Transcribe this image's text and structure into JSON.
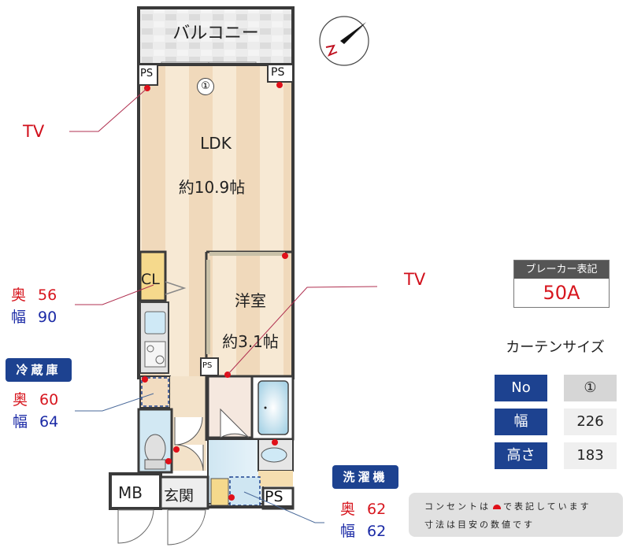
{
  "floorplan": {
    "rooms": {
      "balcony": "バルコニー",
      "ldk_name": "LDK",
      "ldk_size": "約10.9帖",
      "western_name": "洋室",
      "western_size": "約3.1帖",
      "closet": "CL",
      "meter_box": "MB",
      "entrance": "玄関"
    },
    "ps_labels": [
      "PS",
      "PS",
      "PS",
      "PS"
    ],
    "window_marker": "①",
    "compass": {
      "north_label": "N"
    }
  },
  "annotations": {
    "tv_left": "TV",
    "tv_right": "TV",
    "closet_dims": {
      "depth_key": "奥",
      "depth_value": "56",
      "width_key": "幅",
      "width_value": "90"
    },
    "fridge": {
      "title": "冷蔵庫",
      "depth_key": "奥",
      "depth_value": "60",
      "width_key": "幅",
      "width_value": "64"
    },
    "washer": {
      "title": "洗濯機",
      "depth_key": "奥",
      "depth_value": "62",
      "width_key": "幅",
      "width_value": "62"
    }
  },
  "breaker": {
    "title": "ブレーカー表記",
    "value": "50A"
  },
  "curtain": {
    "title": "カーテンサイズ",
    "rows": [
      {
        "key": "No",
        "value": "①"
      },
      {
        "key": "幅",
        "value": "226"
      },
      {
        "key": "高さ",
        "value": "183"
      }
    ]
  },
  "notes": {
    "line1_prefix": "コンセントは",
    "line1_suffix": "で表記しています",
    "line2": "寸法は目安の数値です"
  },
  "colors": {
    "red": "#d7161e",
    "blue": "#1b2aa6",
    "navy": "#1d4290",
    "wall": "#3a3a3a",
    "floor": "#f3e2c9"
  }
}
